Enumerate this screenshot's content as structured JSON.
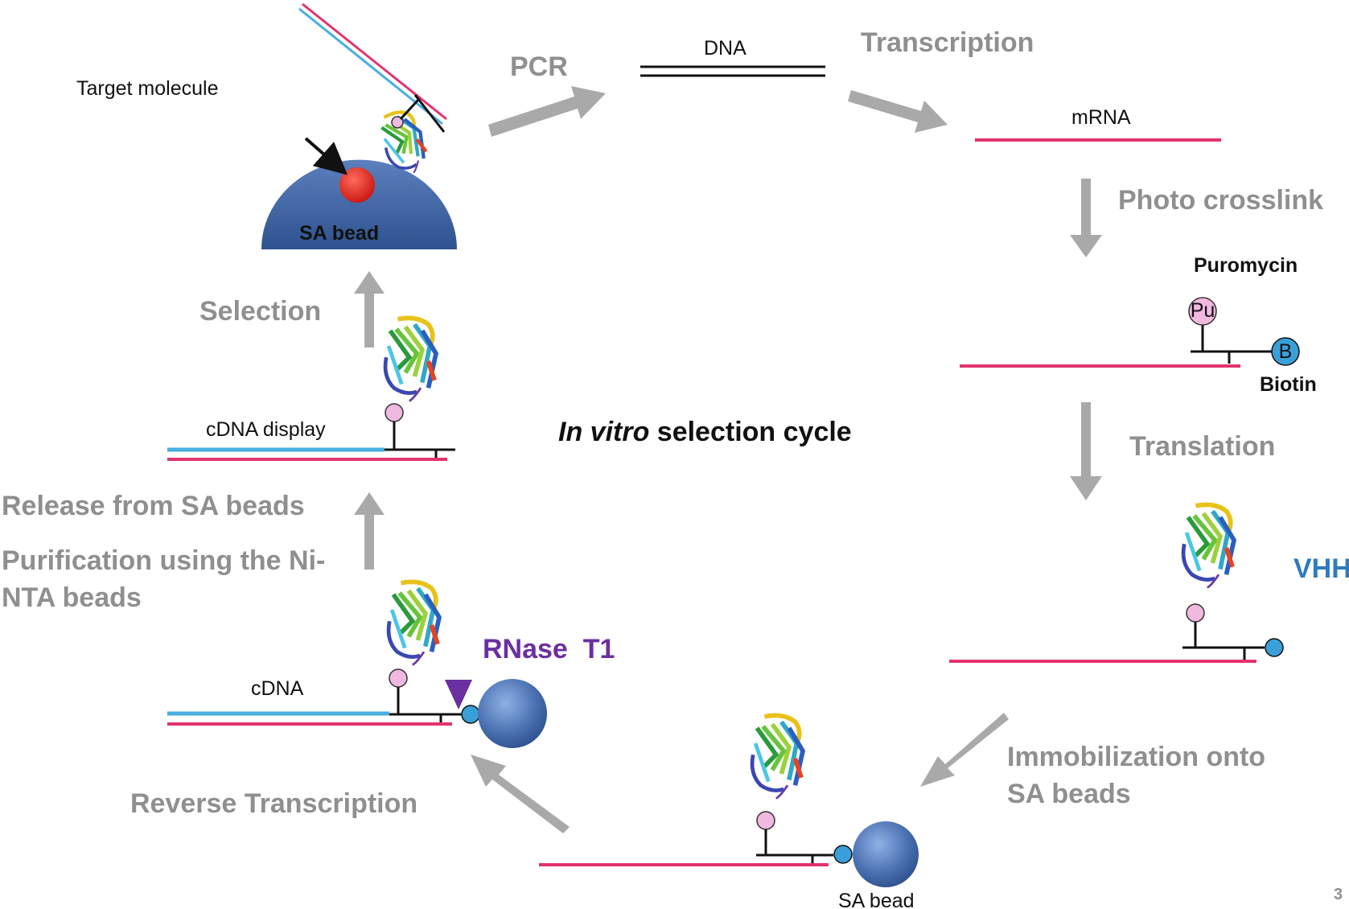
{
  "colors": {
    "rna": "#e2336e",
    "cdna": "#4aaee0",
    "linker": "#111111",
    "arrow": "#a9a9a9",
    "step_text": "#8f8f8f",
    "bead": "#4d73b3",
    "puromycin": "#f1b8e0",
    "biotin": "#3a9fd8",
    "target": "#e1261c",
    "rnase": "#6a2fa0",
    "vhh": "#2e7bbf"
  },
  "labels": {
    "target_molecule": "Target molecule",
    "sa_bead_top": "SA bead",
    "dna": "DNA",
    "mrna": "mRNA",
    "puromycin": "Puromycin",
    "pu": "Pu",
    "biotin": "Biotin",
    "b": "B",
    "vhh": "VHH",
    "sa_bead_bottom": "SA bead",
    "rnase_t1": "RNase  T1",
    "cdna": "cDNA",
    "cdna_display": "cDNA display",
    "center_italic": "In vitro",
    "center_rest": " selection cycle",
    "page_number": "3"
  },
  "steps": {
    "pcr": "PCR",
    "transcription": "Transcription",
    "photo_crosslink": "Photo crosslink",
    "translation": "Translation",
    "immobilization_line1": "Immobilization onto",
    "immobilization_line2": "SA beads",
    "reverse_transcription": "Reverse Transcription",
    "release": "Release from SA beads",
    "purification_line1": "Purification using the Ni-",
    "purification_line2": "NTA beads",
    "selection": "Selection"
  },
  "icons": [
    "protein-ribbon-icon",
    "bead-icon",
    "puromycin-circle-icon",
    "biotin-circle-icon",
    "target-sphere-icon",
    "rnase-triangle-icon"
  ]
}
